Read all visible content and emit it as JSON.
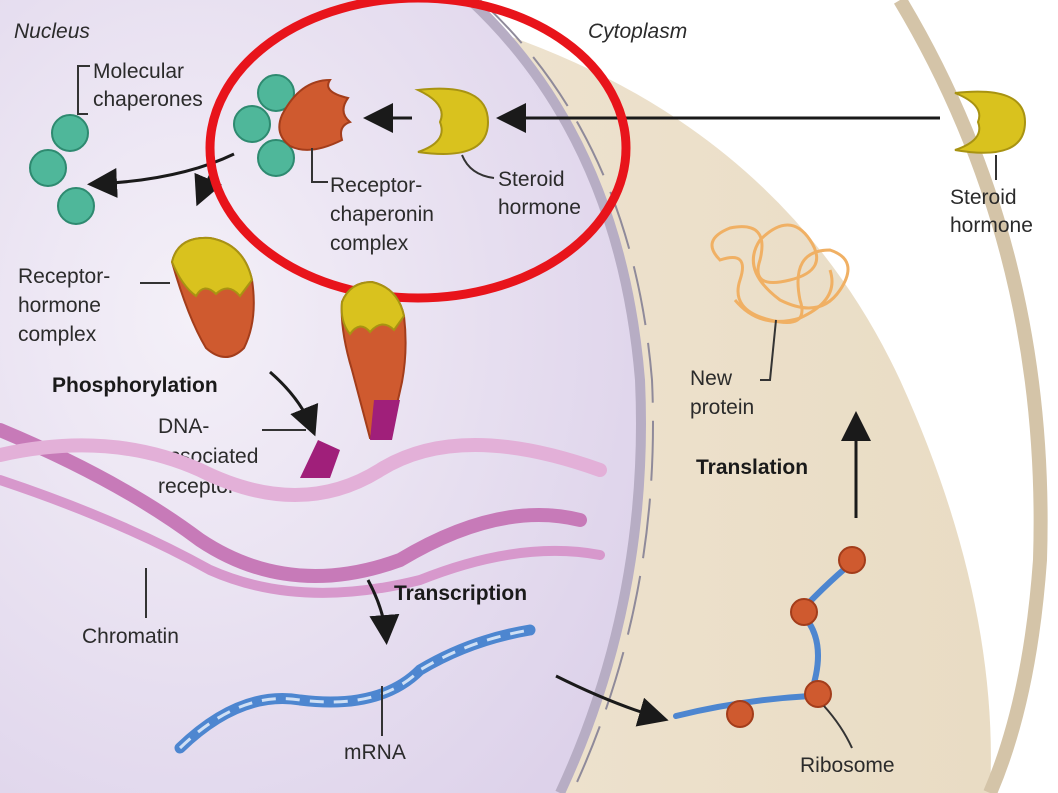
{
  "regions": {
    "nucleus": "Nucleus",
    "cytoplasm": "Cytoplasm"
  },
  "labels": {
    "molecular_chaperones": [
      "Molecular",
      "chaperones"
    ],
    "receptor_chaperonin_complex": [
      "Receptor-",
      "chaperonin",
      "complex"
    ],
    "steroid_hormone_inner": [
      "Steroid",
      "hormone"
    ],
    "steroid_hormone_outer": [
      "Steroid",
      "hormone"
    ],
    "receptor_hormone_complex": [
      "Receptor-",
      "hormone",
      "complex"
    ],
    "phosphorylation": "Phosphorylation",
    "dna_associated_receptor": [
      "DNA-",
      "associated",
      "receptor"
    ],
    "chromatin": "Chromatin",
    "transcription": "Transcription",
    "mrna": "mRNA",
    "translation": "Translation",
    "new_protein": [
      "New",
      "protein"
    ],
    "ribosome": "Ribosome"
  },
  "colors": {
    "nucleus_fill": "#ece6f3",
    "cytoplasm_fill": "#efe3cf",
    "highlight_ring": "#e8141b",
    "hormone": "#d9c21e",
    "receptor": "#cf5a2f",
    "chaperone": "#4fb79a",
    "dna": "#c77ab8",
    "mrna": "#4d86d0",
    "protein": "#f0b064"
  }
}
